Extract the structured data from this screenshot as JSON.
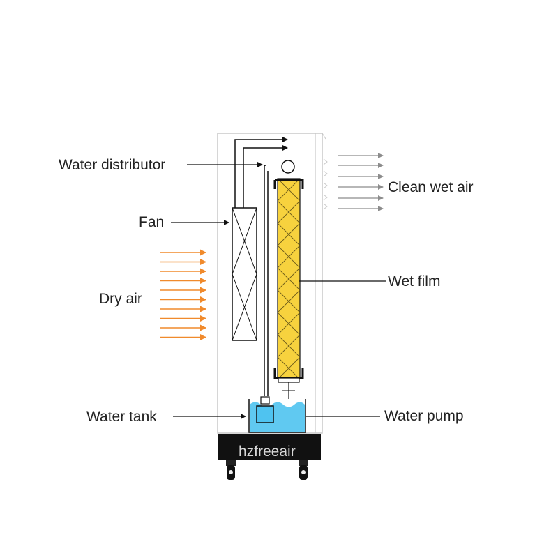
{
  "labels": {
    "water_distributor": "Water distributor",
    "fan": "Fan",
    "dry_air": "Dry air",
    "clean_wet_air": "Clean wet air",
    "wet_film": "Wet film",
    "water_tank": "Water tank",
    "water_pump": "Water pump"
  },
  "watermark": "hzfreeair",
  "colors": {
    "dry_air_arrow": "#f08a2c",
    "wet_air_arrow": "#8c8c8c",
    "wet_film_fill": "#f7d23e",
    "water": "#4fc3f0",
    "base": "#111111"
  }
}
